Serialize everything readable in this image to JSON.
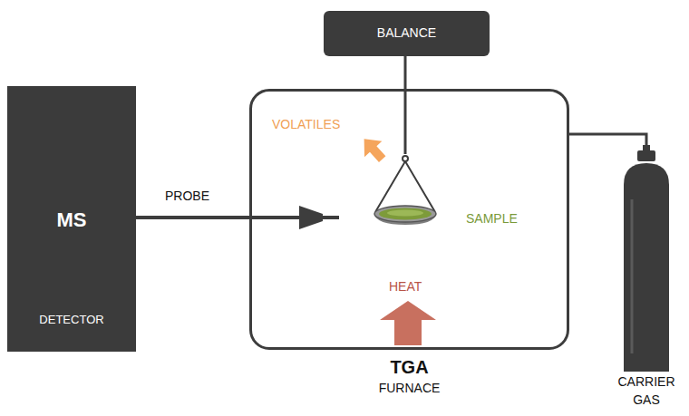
{
  "diagram": {
    "nodes": [
      {
        "text": [
          "BALANCE"
        ]
      },
      {
        "text": [
          "MS",
          "DETECTOR"
        ]
      },
      {
        "text": [
          "TGA",
          "FURNACE"
        ]
      },
      {
        "text": [
          "SAMPLE"
        ],
        "in": 2
      },
      {
        "text": [
          "CARRIER GAS"
        ]
      }
    ],
    "edges": [
      {
        "from": 0,
        "to": 3,
        "arrow": "none"
      },
      {
        "from": 1,
        "to": 2,
        "label": "PROBE",
        "arrow": "none"
      },
      {
        "from": 4,
        "to": 2,
        "arrow": "none"
      }
    ],
    "labels": [
      "VOLATILES",
      "HEAT"
    ]
  }
}
